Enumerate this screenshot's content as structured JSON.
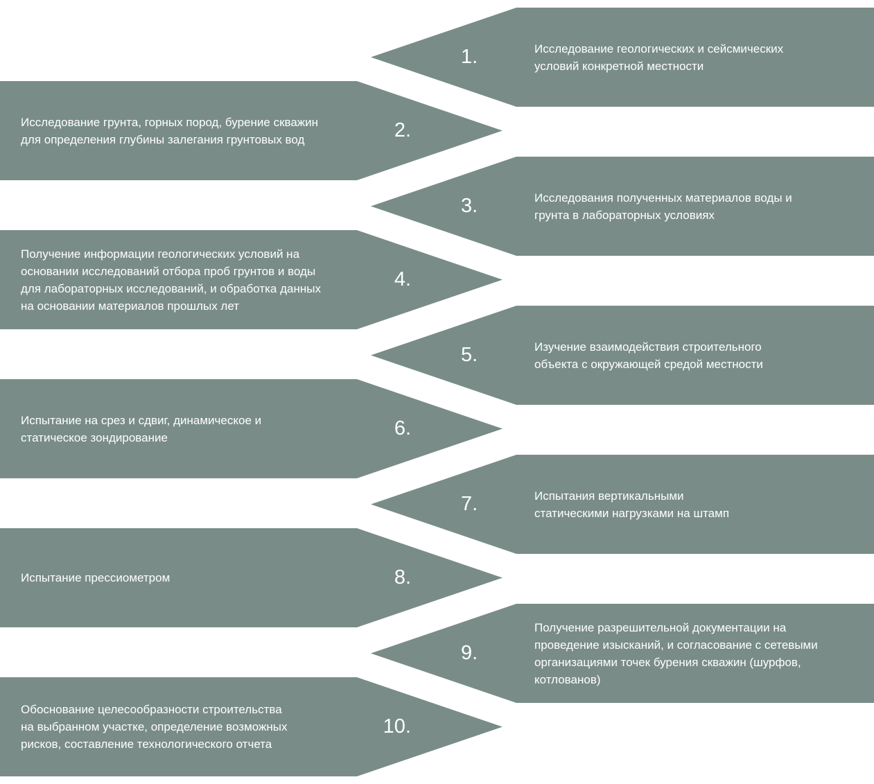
{
  "colors": {
    "shape_fill": "#798c88",
    "text": "#ffffff",
    "background": "#ffffff"
  },
  "steps": [
    {
      "number": "1.",
      "text": "Исследование геологических и сейсмических\nусловий конкретной местности",
      "side": "right"
    },
    {
      "number": "2.",
      "text": "Исследование грунта, горных пород, бурение скважин\nдля определения глубины залегания грунтовых вод",
      "side": "left"
    },
    {
      "number": "3.",
      "text": "Исследования полученных материалов воды и\nгрунта в лабораторных условиях",
      "side": "right"
    },
    {
      "number": "4.",
      "text": "Получение информации геологических условий на\nосновании исследований отбора проб грунтов и воды\nдля лабораторных исследований, и обработка данных\nна основании материалов прошлых лет",
      "side": "left"
    },
    {
      "number": "5.",
      "text": "Изучение взаимодействия строительного\nобъекта с окружающей средой местности",
      "side": "right"
    },
    {
      "number": "6.",
      "text": "Испытание на срез и сдвиг, динамическое и\nстатическое зондирование",
      "side": "left"
    },
    {
      "number": "7.",
      "text": "Испытания вертикальными\nстатическими нагрузками на штамп",
      "side": "right"
    },
    {
      "number": "8.",
      "text": "Испытание прессиометром",
      "side": "left"
    },
    {
      "number": "9.",
      "text": "Получение разрешительной документации на\nпроведение изысканий, и согласование с сетевыми\nорганизациями точек бурения скважин (шурфов,\nкотлованов)",
      "side": "right"
    },
    {
      "number": "10.",
      "text": "Обоснование целесообразности строительства\nна выбранном участке, определение возможных\nрисков, составление технологического отчета",
      "side": "left"
    }
  ]
}
